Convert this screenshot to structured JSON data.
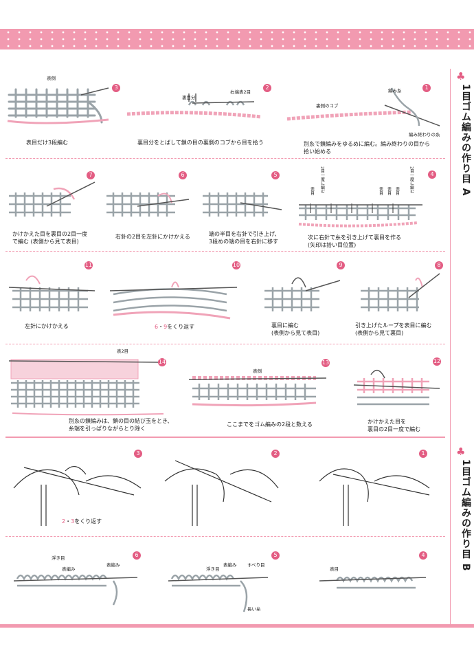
{
  "section_a": {
    "title": "1目ゴム編みの作り目 A",
    "icon": "club-icon"
  },
  "section_b": {
    "title": "1目ゴム編みの作り目 B",
    "icon": "club-icon"
  },
  "colors": {
    "accent": "#e35d83",
    "band": "#f29ab0",
    "yarn_gray": "#9aa3a8",
    "yarn_pink": "#f0a3b8"
  },
  "a1": {
    "num": "1",
    "caption": "別糸で鎖編みをゆるめに編む。編み終わりの目から\n拾い始める",
    "labels": [
      "編み糸",
      "裏側のコブ",
      "編み終わりの糸"
    ]
  },
  "a2": {
    "num": "2",
    "caption": "裏目分をとばして鎖の目の裏側のコブから目を拾う",
    "labels": [
      "裏目分",
      "右端表2目"
    ]
  },
  "a3": {
    "num": "3",
    "caption": "表目だけ3段編む",
    "labels": [
      "表側"
    ]
  },
  "a4": {
    "num": "4",
    "caption": "次に右針で糸を引き上げて裏目を作る\n(矢印は拾い目位置)",
    "labels": [
      "2目一度に編む",
      "2目一度に編む",
      "表目",
      "表目",
      "表目",
      "表目"
    ]
  },
  "a5": {
    "num": "5",
    "caption": "端の半目を右針で引き上げ、\n3段めの端の目を右針に移す"
  },
  "a6": {
    "num": "6",
    "caption": "右針の2目を左針にかけかえる"
  },
  "a7": {
    "num": "7",
    "caption": "かけかえた目を裏目の2目一度\nで編む (表側から見て表目)"
  },
  "a8": {
    "num": "8",
    "caption": "引き上げたループを表目に編む\n(表側から見て裏目)"
  },
  "a9": {
    "num": "9",
    "caption": "裏目に編む\n(表側から見て表目)"
  },
  "a10": {
    "num": "10",
    "caption_pre": "",
    "caption_refs": [
      "6",
      "9"
    ],
    "caption_post": "をくり返す"
  },
  "a11": {
    "num": "11",
    "caption": "左針にかけかえる"
  },
  "a12": {
    "num": "12",
    "caption": "かけかえた目を\n裏目の2目一度で編む"
  },
  "a13": {
    "num": "13",
    "caption": "ここまでをゴム編みの2段と数える",
    "labels": [
      "表側"
    ]
  },
  "a14": {
    "num": "14",
    "caption": "別糸の鎖編みは、鎖の目の結び玉をとき、\n糸端を引っぱりながらとり除く",
    "labels": [
      "表2目"
    ]
  },
  "b1": {
    "num": "1"
  },
  "b2": {
    "num": "2"
  },
  "b3": {
    "num": "3",
    "caption_refs": [
      "2",
      "3"
    ],
    "caption_post": "をくり返す"
  },
  "b4": {
    "num": "4",
    "labels": [
      "表目"
    ]
  },
  "b5": {
    "num": "5",
    "labels": [
      "表編み",
      "浮き目",
      "すべり目",
      "長い糸"
    ]
  },
  "b6": {
    "num": "6",
    "labels": [
      "浮き目",
      "表編み",
      "表編み"
    ]
  }
}
